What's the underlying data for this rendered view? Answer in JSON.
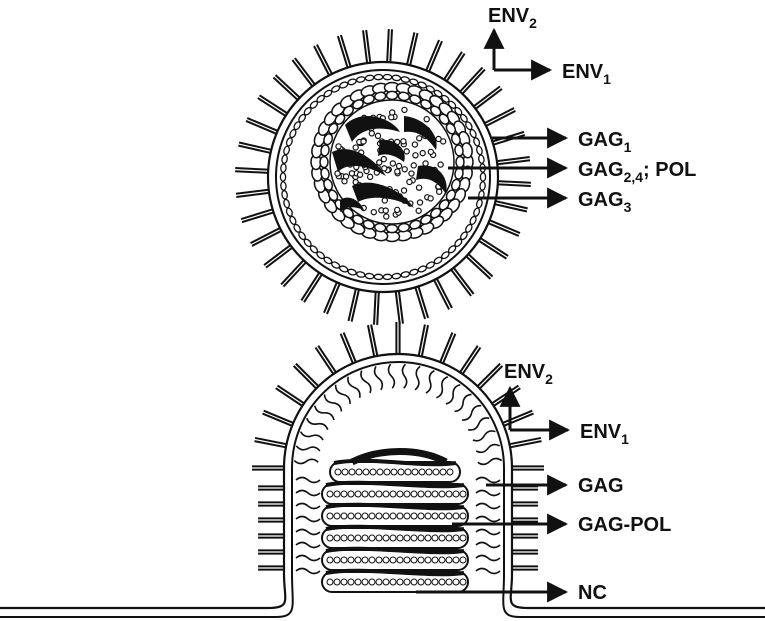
{
  "top_virion": {
    "labels": {
      "env2": {
        "main": "ENV",
        "sub": "2"
      },
      "env1": {
        "main": "ENV",
        "sub": "1"
      },
      "gag1": {
        "main": "GAG",
        "sub": "1"
      },
      "gag24_pol": {
        "main": "GAG",
        "sub": "2,4",
        "suffix": "; POL"
      },
      "gag3": {
        "main": "GAG",
        "sub": "3"
      }
    }
  },
  "budding_virion": {
    "labels": {
      "env2": {
        "main": "ENV",
        "sub": "2"
      },
      "env1": {
        "main": "ENV",
        "sub": "1"
      },
      "gag": "GAG",
      "gag_pol": "GAG-POL",
      "nc": "NC"
    }
  },
  "colors": {
    "ink": "#111111",
    "background": "#ffffff"
  }
}
